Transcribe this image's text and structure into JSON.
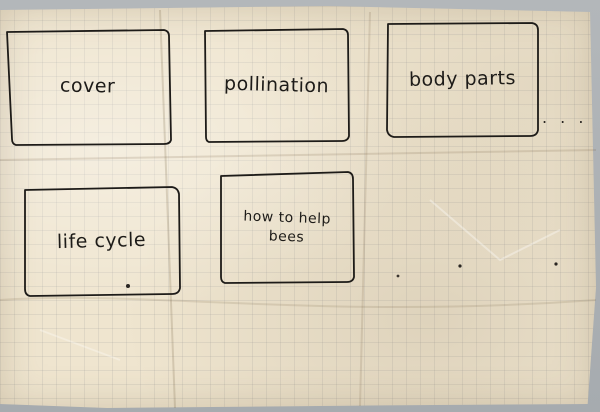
{
  "poster": {
    "boxes": [
      {
        "label": "cover"
      },
      {
        "label": "pollination"
      },
      {
        "label": "body parts"
      },
      {
        "label": "life cycle"
      },
      {
        "label_line1": "how to help",
        "label_line2": "bees"
      }
    ],
    "continuation_mark": ". . ."
  },
  "colors": {
    "paper": "#efe5cf",
    "ink": "#1d1b18",
    "background": "#a9aeb2"
  }
}
